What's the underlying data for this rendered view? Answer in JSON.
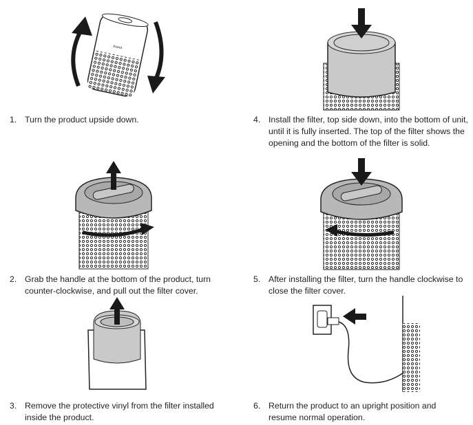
{
  "steps": [
    {
      "number": "1.",
      "text": "Turn the product upside down."
    },
    {
      "number": "2.",
      "text": "Grab the handle at the bottom of the product, turn counter-clockwise, and pull out the filter cover."
    },
    {
      "number": "3.",
      "text": "Remove the protective vinyl from the filter installed inside the product."
    },
    {
      "number": "4.",
      "text": "Install the filter, top side down, into the bottom of unit, until it is fully inserted. The top of the filter shows the opening and the bottom of the filter is solid."
    },
    {
      "number": "5.",
      "text": "After installing the filter, turn the handle clockwise to close the filter cover."
    },
    {
      "number": "6.",
      "text": "Return the product to an upright position and resume normal operation."
    }
  ],
  "colors": {
    "ink": "#222222",
    "cover": "#b8b8b8",
    "filter": "#c9c9c9",
    "arrow": "#1a1a1a"
  }
}
